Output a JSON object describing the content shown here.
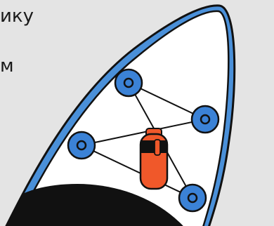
{
  "text": {
    "line_1": "ику",
    "line_2": "м"
  },
  "illustration": {
    "subject": "paddle-board-with-cargo-net",
    "colors": {
      "background": "#e4e4e4",
      "board_fill": "#ffffff",
      "board_rim": "#4a90d9",
      "outline": "#111111",
      "d_ring": "#3b82d6",
      "bag": "#f0582a",
      "bag_strap": "#111111",
      "deck_pad": "#111111"
    }
  }
}
